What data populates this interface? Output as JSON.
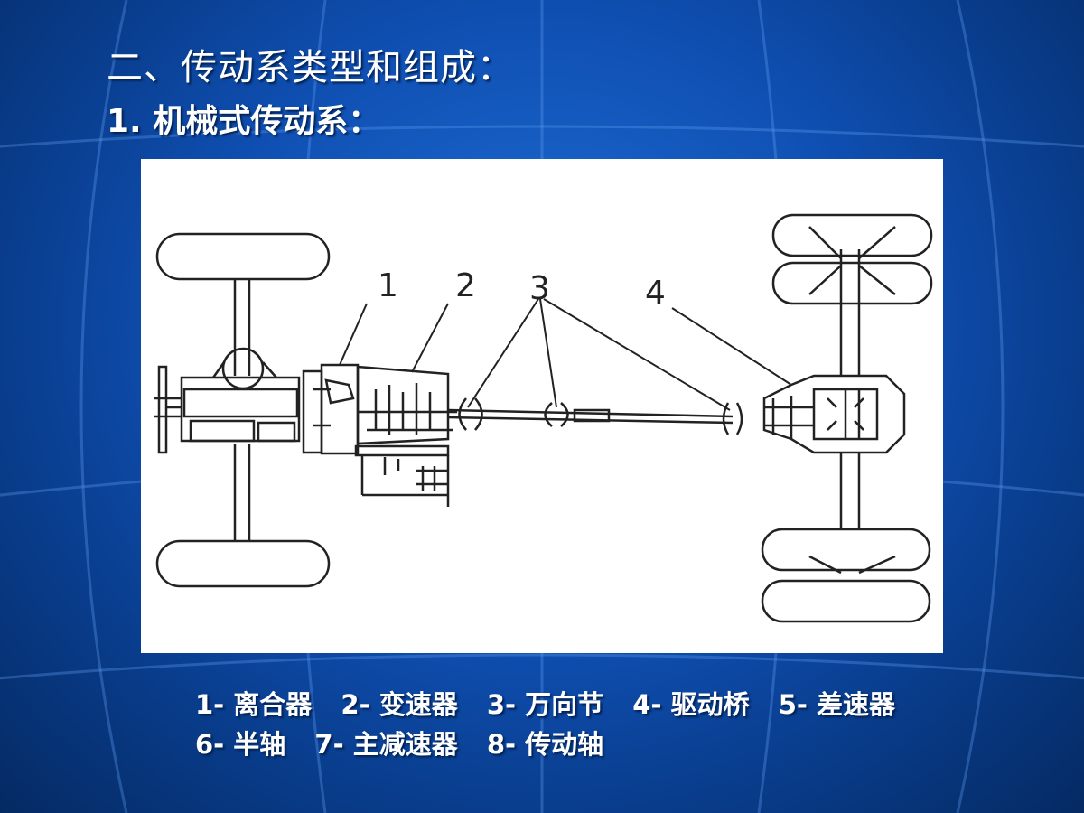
{
  "slide": {
    "title": "二、传动系类型和组成：",
    "subtitle": "1. 机械式传动系："
  },
  "diagram": {
    "callouts": [
      "1",
      "2",
      "3",
      "4"
    ]
  },
  "legend": {
    "rows": [
      [
        "1- 离合器",
        "2- 变速器",
        "3- 万向节",
        "4- 驱动桥",
        "5- 差速器"
      ],
      [
        "6- 半轴",
        "7- 主减速器",
        "8- 传动轴"
      ]
    ]
  }
}
